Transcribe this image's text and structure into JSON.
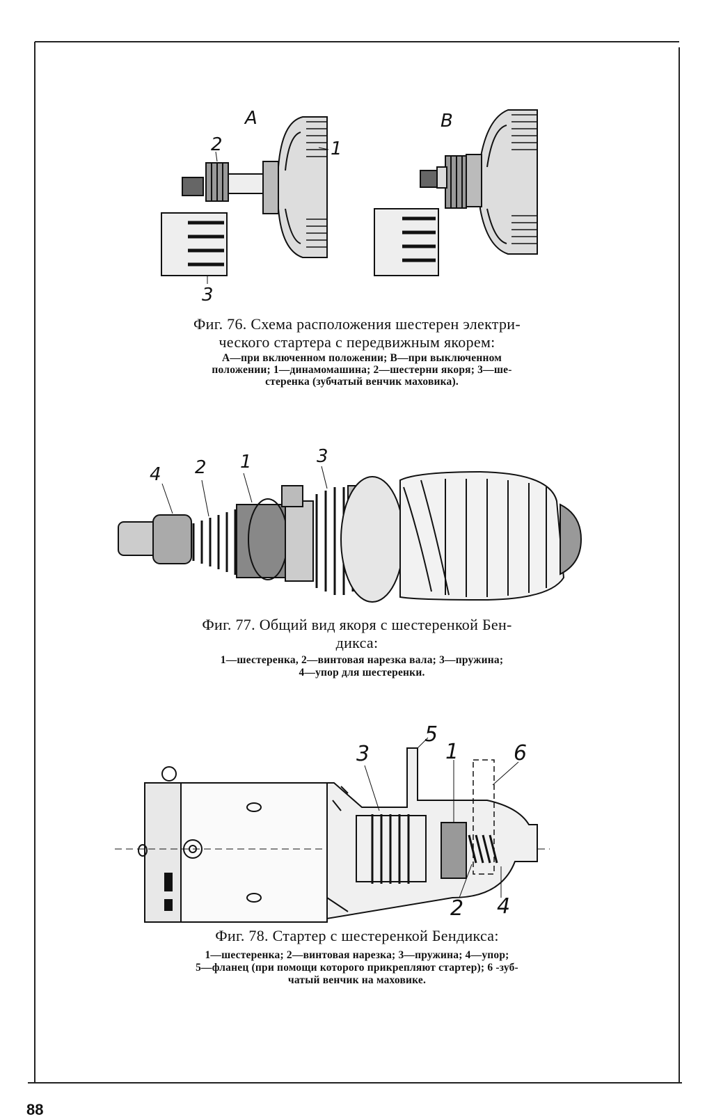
{
  "figures": [
    {
      "id": "fig76",
      "callouts": {
        "label_a": "A",
        "label_b": "B",
        "num1": "1",
        "num2": "2",
        "num3": "3"
      },
      "title_line1": "Фиг. 76. Схема расположения шестерен электри-",
      "title_line2": "ческого стартера с передвижным якорем:",
      "legend_line1": "А—при включенном положении; В—при выключенном",
      "legend_line2": "положении; 1—динамомашина; 2—шестерни якоря; 3—ше-",
      "legend_line3": "стеренка (зубчатый венчик маховика)."
    },
    {
      "id": "fig77",
      "callouts": {
        "num4": "4",
        "num2": "2",
        "num1": "1",
        "num3": "3"
      },
      "title_line1": "Фиг. 77. Общий вид якоря с шестеренкой Бен-",
      "title_line2": "дикса:",
      "legend_line1": "1—шестеренка, 2—винтовая нарезка вала; 3—пружина;",
      "legend_line2": "4—упор для шестеренки."
    },
    {
      "id": "fig78",
      "callouts": {
        "num5": "5",
        "num3": "3",
        "num1": "1",
        "num6": "6",
        "num2": "2",
        "num4": "4"
      },
      "title_line1": "Фиг. 78. Стартер с шестеренкой Бендикса:",
      "legend_line1": "1—шестеренка; 2—винтовая нарезка; 3—пружина; 4—упор;",
      "legend_line2": "5—фланец (при помощи которого прикрепляют стартер); 6 -зуб-",
      "legend_line3": "чатый венчик на маховике."
    }
  ],
  "page_number": "88"
}
